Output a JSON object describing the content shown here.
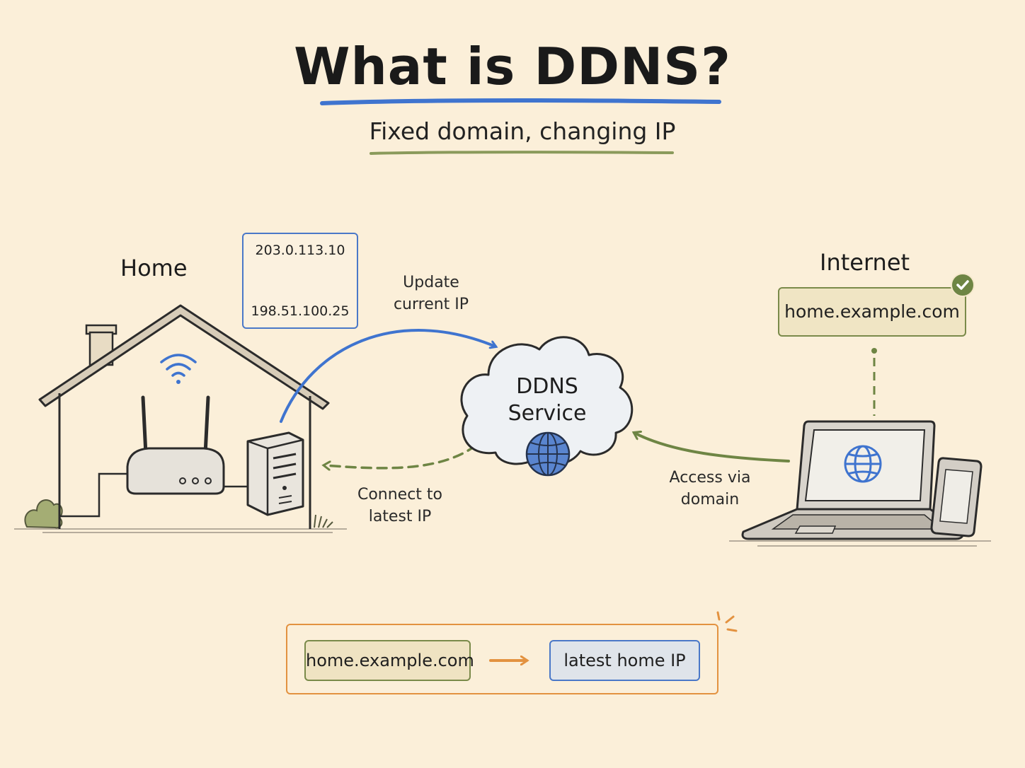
{
  "header": {
    "title": "What is DDNS?",
    "subtitle": "Fixed domain, changing IP"
  },
  "home": {
    "label": "Home",
    "ip_old": "203.0.113.10",
    "ip_new": "198.51.100.25"
  },
  "flows": {
    "update_line1": "Update",
    "update_line2": "current IP",
    "connect_line1": "Connect to",
    "connect_line2": "latest IP",
    "access_line1": "Access via",
    "access_line2": "domain"
  },
  "service": {
    "line1": "DDNS",
    "line2": "Service"
  },
  "internet": {
    "label": "Internet",
    "domain": "home.example.com"
  },
  "mapping": {
    "domain": "home.example.com",
    "target": "latest home IP"
  },
  "colors": {
    "background": "#fbefd9",
    "blue": "#3f74cf",
    "green": "#6e8544",
    "orange": "#e39240"
  }
}
